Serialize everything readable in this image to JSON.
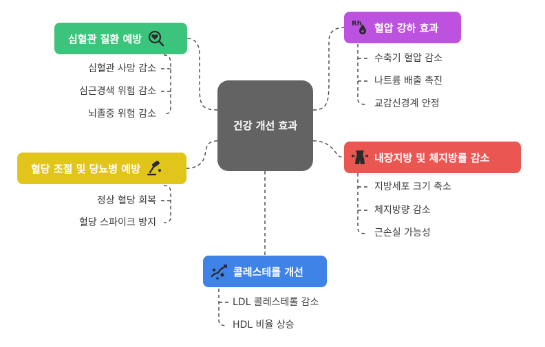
{
  "center": {
    "title": "건강 개선 효과"
  },
  "branches": {
    "cardio": {
      "label": "심혈관 질환 예방",
      "icon": "heart-magnifier-icon",
      "color": "#3cc47c",
      "items": [
        "심혈관 사망 감소",
        "심근경색 위험 감소",
        "뇌졸중 위험 감소"
      ]
    },
    "bp": {
      "label": "혈압 강하 효과",
      "icon": "rh-blood-drop-icon",
      "icon_text": "Rh",
      "color": "#bd52e0",
      "items": [
        "수축기 혈압 감소",
        "나트륨 배출 촉진",
        "교감신경계 안정"
      ]
    },
    "sugar": {
      "label": "혈당 조절 및 당뇨병 예방",
      "icon": "glucose-meter-icon",
      "color": "#e2c51a",
      "items": [
        "정상 혈당 회복",
        "혈당 스파이크 방지"
      ]
    },
    "fat": {
      "label": "내장지방 및 체지방률 감소",
      "icon": "waist-body-icon",
      "color": "#ea5753",
      "items": [
        "지방세포 크기 축소",
        "체지방량 감소",
        "근손실 가능성"
      ]
    },
    "chol": {
      "label": "콜레스테롤 개선",
      "icon": "artery-plaque-icon",
      "color": "#3f82e8",
      "items": [
        "LDL 콜레스테롤 감소",
        "HDL 비율 상승"
      ]
    }
  }
}
